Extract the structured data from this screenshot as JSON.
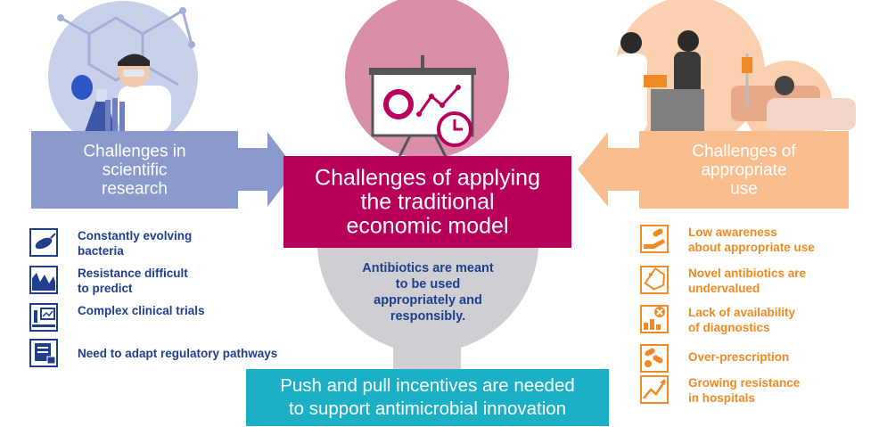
{
  "center": {
    "title": "Challenges of applying\nthe traditional\neconomic model",
    "note": "Antibiotics are meant\nto be used\nappropriately and\nresponsibly."
  },
  "left": {
    "title": "Challenges in\nscientific\nresearch",
    "items": [
      {
        "label": "Constantly evolving\nbacteria",
        "icon": "bacteria-icon"
      },
      {
        "label": "Resistance difficult\nto predict",
        "icon": "volatile-line-chart-icon"
      },
      {
        "label": "Complex clinical trials",
        "icon": "microscope-monitor-icon"
      },
      {
        "label": "Need to adapt regulatory pathways",
        "icon": "document-lock-icon"
      }
    ]
  },
  "right": {
    "title": "Challenges of\nappropriate\nuse",
    "items": [
      {
        "label": "Low awareness\nabout appropriate use",
        "icon": "hand-pill-icon"
      },
      {
        "label": "Novel antibiotics are\nundervalued",
        "icon": "price-tag-icon"
      },
      {
        "label": "Lack of availability\nof diagnostics",
        "icon": "bar-chart-cross-icon"
      },
      {
        "label": "Over-prescription",
        "icon": "pills-icon"
      },
      {
        "label": "Growing resistance\nin hospitals",
        "icon": "rising-trend-icon"
      }
    ]
  },
  "banner": {
    "text": "Push and pull incentives are needed\nto support antimicrobial innovation"
  },
  "colors": {
    "magenta": "#b8005a",
    "blue_box": "#8c99cc",
    "orange_box": "#f9bd8e",
    "teal_banner": "#1cb0c6",
    "navy_text": "#1f3f8c",
    "orange_text": "#f08a24"
  }
}
